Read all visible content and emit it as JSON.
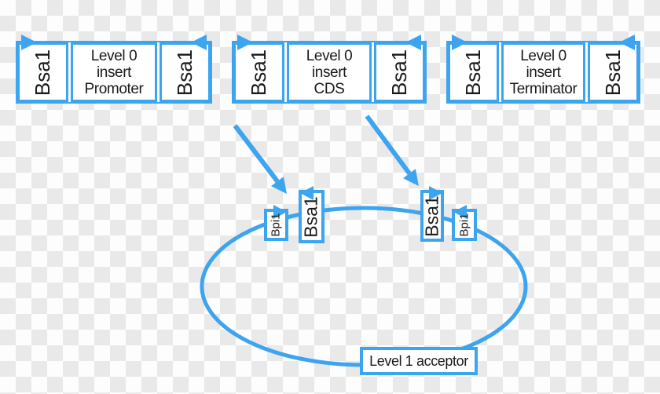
{
  "palette": {
    "accent": "#3da4ef",
    "text": "#1a1a1a",
    "checker_light": "#fdfdfd",
    "checker_dark": "#e9e9e9",
    "box_fill": "#ffffff"
  },
  "constructs": [
    {
      "left_site": "Bsa1",
      "right_site": "Bsa1",
      "lines": [
        "Level 0",
        "insert",
        "Promoter"
      ]
    },
    {
      "left_site": "Bsa1",
      "right_site": "Bsa1",
      "lines": [
        "Level 0",
        "insert",
        "CDS"
      ]
    },
    {
      "left_site": "Bsa1",
      "right_site": "Bsa1",
      "lines": [
        "Level 0",
        "insert",
        "Terminator"
      ]
    }
  ],
  "plasmid": {
    "acceptor_label": "Level 1 acceptor",
    "sites": [
      {
        "label": "Bpi1",
        "arrow": "right"
      },
      {
        "label": "Bsa1",
        "arrow": "left"
      },
      {
        "label": "Bsa1",
        "arrow": "right"
      },
      {
        "label": "Bpi1",
        "arrow": "left"
      }
    ]
  }
}
